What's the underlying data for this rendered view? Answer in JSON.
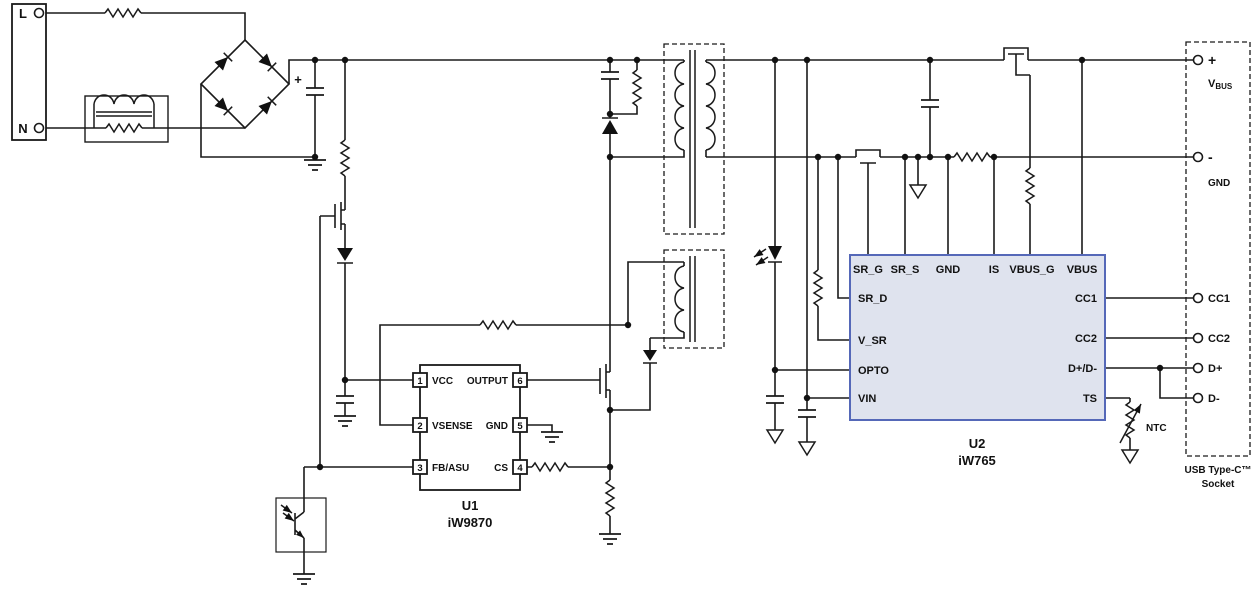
{
  "terminals": {
    "l": "L",
    "n": "N"
  },
  "bulk_plus": "+",
  "u1": {
    "ref": "U1",
    "part": "iW9870",
    "pins": [
      {
        "num": "1",
        "name": "VCC"
      },
      {
        "num": "2",
        "name": "VSENSE"
      },
      {
        "num": "3",
        "name": "FB/ASU"
      },
      {
        "num": "4",
        "name": "CS"
      },
      {
        "num": "5",
        "name": "GND"
      },
      {
        "num": "6",
        "name": "OUTPUT"
      }
    ]
  },
  "u2": {
    "ref": "U2",
    "part": "iW765",
    "top_pins": [
      "SR_G",
      "SR_S",
      "GND",
      "IS",
      "VBUS_G",
      "VBUS"
    ],
    "left_pins": [
      "SR_D",
      "V_SR",
      "OPTO",
      "VIN"
    ],
    "right_pins": [
      "CC1",
      "CC2",
      "D+/D-",
      "TS"
    ]
  },
  "usb": {
    "plus": "+",
    "vbus_v": "V",
    "vbus_sub": "BUS",
    "minus": "-",
    "gnd": "GND",
    "cc1": "CC1",
    "cc2": "CC2",
    "dplus": "D+",
    "dminus": "D-",
    "title1": "USB Type-C™",
    "title2": "Socket"
  },
  "ntc": {
    "label": "NTC"
  },
  "colors": {
    "u2_fill": "#dfe3ee",
    "u2_stroke": "#5568b8",
    "line": "#1a1a1a"
  }
}
